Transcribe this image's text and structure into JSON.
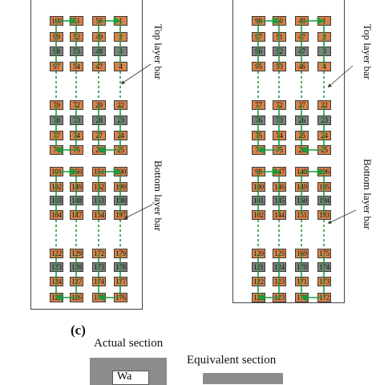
{
  "panel_a": {
    "label_top": "Top layer bar",
    "label_bottom": "Bottom layer bar",
    "top_rows": [
      [
        "100",
        "51",
        "50",
        "1"
      ],
      [
        "99",
        "52",
        "49",
        "2"
      ],
      [
        "98",
        "53",
        "48",
        "3"
      ],
      [
        "97",
        "54",
        "47",
        "4"
      ],
      [
        "79",
        "72",
        "29",
        "22"
      ],
      [
        "78",
        "73",
        "28",
        "23"
      ],
      [
        "77",
        "74",
        "27",
        "24"
      ],
      [
        "76",
        "75",
        "26",
        "25"
      ]
    ],
    "top_colors": [
      [
        "o",
        "o",
        "o",
        "o"
      ],
      [
        "o",
        "o",
        "o",
        "o"
      ],
      [
        "g",
        "g",
        "g",
        "g"
      ],
      [
        "o",
        "o",
        "o",
        "o"
      ],
      [
        "o",
        "o",
        "o",
        "o"
      ],
      [
        "g",
        "g",
        "g",
        "g"
      ],
      [
        "o",
        "o",
        "o",
        "o"
      ],
      [
        "o",
        "o",
        "o",
        "o"
      ]
    ],
    "bottom_rows": [
      [
        "101",
        "150",
        "151",
        "200"
      ],
      [
        "102",
        "149",
        "152",
        "199"
      ],
      [
        "103",
        "148",
        "153",
        "198"
      ],
      [
        "104",
        "147",
        "154",
        "197"
      ],
      [
        "122",
        "129",
        "172",
        "179"
      ],
      [
        "123",
        "128",
        "173",
        "178"
      ],
      [
        "124",
        "127",
        "174",
        "177"
      ],
      [
        "125",
        "126",
        "175",
        "176"
      ]
    ],
    "bottom_colors": [
      [
        "o",
        "o",
        "o",
        "o"
      ],
      [
        "o",
        "o",
        "o",
        "o"
      ],
      [
        "g",
        "g",
        "g",
        "g"
      ],
      [
        "o",
        "o",
        "o",
        "o"
      ],
      [
        "o",
        "o",
        "o",
        "o"
      ],
      [
        "g",
        "g",
        "g",
        "g"
      ],
      [
        "o",
        "o",
        "o",
        "o"
      ],
      [
        "o",
        "o",
        "o",
        "o"
      ]
    ]
  },
  "panel_b": {
    "label_top": "Top layer bar",
    "label_bottom": "Bottom layer bar",
    "top_rows": [
      [
        "98",
        "50",
        "48",
        "1"
      ],
      [
        "97",
        "51",
        "47",
        "2"
      ],
      [
        "96",
        "52",
        "47",
        "3"
      ],
      [
        "95",
        "53",
        "46",
        "4"
      ],
      [
        "77",
        "72",
        "27",
        "22"
      ],
      [
        "76",
        "73",
        "26",
        "23"
      ],
      [
        "75",
        "74",
        "25",
        "24"
      ],
      [
        "74",
        "75",
        "26",
        "25"
      ]
    ],
    "top_colors": [
      [
        "o",
        "o",
        "o",
        "o"
      ],
      [
        "o",
        "o",
        "o",
        "o"
      ],
      [
        "g",
        "g",
        "g",
        "g"
      ],
      [
        "o",
        "o",
        "o",
        "o"
      ],
      [
        "o",
        "o",
        "o",
        "o"
      ],
      [
        "g",
        "g",
        "g",
        "g"
      ],
      [
        "o",
        "o",
        "o",
        "o"
      ],
      [
        "o",
        "o",
        "o",
        "o"
      ]
    ],
    "bottom_rows": [
      [
        "98",
        "147",
        "148",
        "196"
      ],
      [
        "100",
        "146",
        "149",
        "195"
      ],
      [
        "101",
        "145",
        "150",
        "194"
      ],
      [
        "102",
        "144",
        "151",
        "193"
      ],
      [
        "120",
        "125",
        "169",
        "175"
      ],
      [
        "121",
        "124",
        "170",
        "174"
      ],
      [
        "122",
        "123",
        "171",
        "173"
      ],
      [
        "122",
        "123",
        "172",
        "172"
      ]
    ],
    "bottom_colors": [
      [
        "o",
        "o",
        "o",
        "o"
      ],
      [
        "o",
        "o",
        "o",
        "o"
      ],
      [
        "g",
        "g",
        "g",
        "g"
      ],
      [
        "o",
        "o",
        "o",
        "o"
      ],
      [
        "o",
        "o",
        "o",
        "o"
      ],
      [
        "g",
        "g",
        "g",
        "g"
      ],
      [
        "o",
        "o",
        "o",
        "o"
      ],
      [
        "o",
        "o",
        "o",
        "o"
      ]
    ]
  },
  "panel_c": {
    "letter": "(c)",
    "actual_label": "Actual section",
    "equivalent_label": "Equivalent section",
    "inner_text": "Wa"
  },
  "colors": {
    "cell_orange": "#d7834a",
    "cell_gray": "#7f7f7f",
    "arrow_green": "#1e9a3c"
  }
}
